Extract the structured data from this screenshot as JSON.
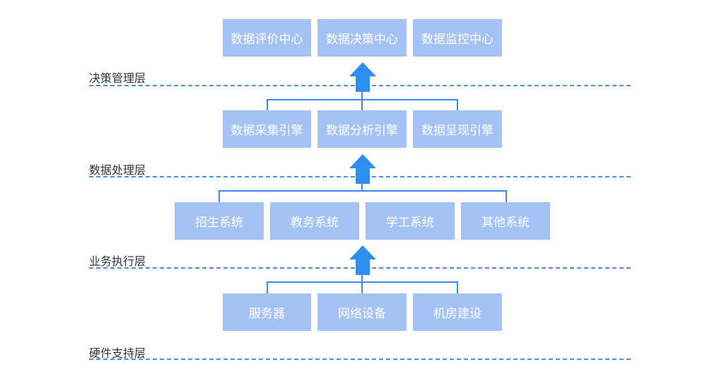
{
  "layers": {
    "decision": {
      "label": "决策管理层",
      "boxes": [
        "数据评价中心",
        "数据决策中心",
        "数据监控中心"
      ]
    },
    "data": {
      "label": "数据处理层",
      "boxes": [
        "数据采集引擎",
        "数据分析引擎",
        "数据呈现引擎"
      ]
    },
    "business": {
      "label": "业务执行层",
      "boxes": [
        "招生系统",
        "教务系统",
        "学工系统",
        "其他系统"
      ]
    },
    "hardware": {
      "label": "硬件支持层",
      "boxes": [
        "服务器",
        "网络设备",
        "机房建设"
      ]
    }
  },
  "colors": {
    "box_fill": "#a4c2f4",
    "box_text": "#ffffff",
    "connector": "#3d8bf0",
    "arrow": "#2f8ff0",
    "dashed_line": "#4a90e2",
    "label_text": "#333333"
  },
  "icons": {
    "up_arrow": "up-arrow-icon"
  }
}
